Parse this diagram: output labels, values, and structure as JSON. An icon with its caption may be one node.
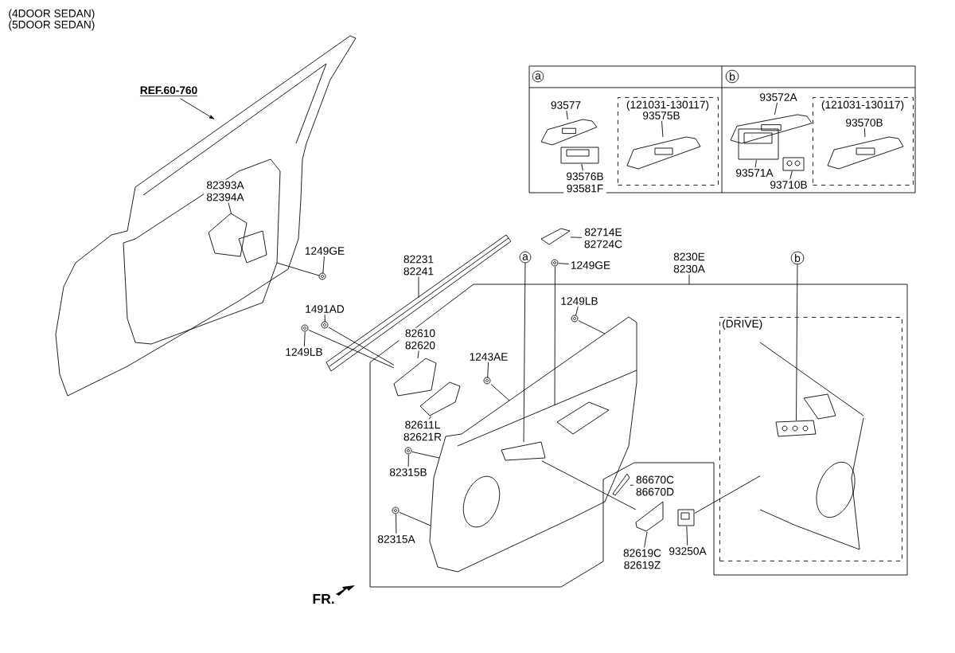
{
  "diagram": {
    "nodes": [
      {
        "text": [
          "a"
        ]
      },
      {
        "text": [
          "b"
        ]
      },
      {
        "text": [
          "(121031-130117)"
        ]
      },
      {
        "text": [
          "(121031-130117)"
        ]
      },
      {
        "text": [
          "93577"
        ]
      },
      {
        "text": [
          "93576B 93581F"
        ]
      },
      {
        "text": [
          "93575B"
        ],
        "in": 2
      },
      {
        "text": [
          "93572A"
        ]
      },
      {
        "text": [
          "93571A"
        ]
      },
      {
        "text": [
          "93710B"
        ]
      },
      {
        "text": [
          "93570B"
        ],
        "in": 3
      },
      {
        "text": [
          "REF.60-760"
        ]
      },
      {
        "text": [
          "82393A 82394A"
        ],
        "in": 40
      },
      {
        "text": [
          "1249GE"
        ]
      },
      {
        "text": [
          "1491AD"
        ]
      },
      {
        "text": [
          "1249LB"
        ]
      },
      {
        "text": [
          "82231 82241"
        ]
      },
      {
        "text": [
          "82610 82620"
        ],
        "in": 28
      },
      {
        "text": [
          "1243AE"
        ],
        "in": 28
      },
      {
        "text": [
          "82611L 82621R"
        ],
        "in": 28
      },
      {
        "text": [
          "82315B"
        ],
        "in": 28
      },
      {
        "text": [
          "82315A"
        ],
        "in": 28
      },
      {
        "text": [
          "82714E 82724C"
        ]
      },
      {
        "text": [
          "1249GE"
        ]
      },
      {
        "text": [
          "1249LB"
        ],
        "in": 28
      },
      {
        "text": [
          "8230E 8230A"
        ]
      },
      {
        "text": [
          "a"
        ]
      },
      {
        "text": [
          "b"
        ]
      },
      {
        "text": [],
        "shape": "box"
      },
      {
        "text": [
          "(DRIVE)"
        ],
        "in": 28
      },
      {
        "text": [
          "86670C 86670D"
        ]
      },
      {
        "text": [
          "82619C 82619Z"
        ]
      },
      {
        "text": [
          "93250A"
        ]
      },
      {
        "text": [],
        "shape": "picture"
      },
      {
        "text": [],
        "shape": "picture"
      },
      {
        "text": [],
        "shape": "picture",
        "in": 2
      },
      {
        "text": [],
        "shape": "picture"
      },
      {
        "text": [],
        "shape": "picture"
      },
      {
        "text": [],
        "shape": "picture"
      },
      {
        "text": [],
        "shape": "picture",
        "in": 3
      },
      {
        "text": [],
        "shape": "picture"
      },
      {
        "text": [],
        "shape": "picture",
        "in": 40
      },
      {
        "text": [],
        "shape": "picture"
      },
      {
        "text": [],
        "shape": "picture"
      },
      {
        "text": [],
        "shape": "picture"
      },
      {
        "text": [],
        "shape": "picture"
      },
      {
        "text": [],
        "shape": "picture",
        "in": 28
      },
      {
        "text": [],
        "shape": "picture",
        "in": 28
      },
      {
        "text": [],
        "shape": "picture",
        "in": 28
      },
      {
        "text": [],
        "shape": "picture",
        "in": 28
      },
      {
        "text": [],
        "shape": "picture",
        "in": 28
      },
      {
        "text": [],
        "shape": "picture"
      },
      {
        "text": [],
        "shape": "picture"
      },
      {
        "text": [],
        "shape": "picture",
        "in": 28
      },
      {
        "text": [],
        "shape": "picture",
        "in": 28
      },
      {
        "text": [],
        "shape": "picture",
        "in": 54
      },
      {
        "text": [],
        "shape": "picture",
        "in": 29
      },
      {
        "text": [],
        "shape": "picture",
        "in": 56
      },
      {
        "text": [],
        "shape": "picture"
      },
      {
        "text": [],
        "shape": "picture"
      },
      {
        "text": [],
        "shape": "picture"
      }
    ],
    "edges": [
      {
        "from": 4,
        "to": 33,
        "arrow": "none"
      },
      {
        "from": 5,
        "to": 34,
        "arrow": "none"
      },
      {
        "from": 6,
        "to": 35,
        "arrow": "none"
      },
      {
        "from": 7,
        "to": 36,
        "arrow": "none"
      },
      {
        "from": 8,
        "to": 37,
        "arrow": "none"
      },
      {
        "from": 9,
        "to": 38,
        "arrow": "none"
      },
      {
        "from": 10,
        "to": 39,
        "arrow": "none"
      },
      {
        "from": 11,
        "to": 40,
        "arrow": "to"
      },
      {
        "from": 12,
        "to": 41,
        "arrow": "none"
      },
      {
        "from": 13,
        "to": 42,
        "arrow": "none"
      },
      {
        "from": 14,
        "to": 43,
        "arrow": "none"
      },
      {
        "from": 15,
        "to": 44,
        "arrow": "none"
      },
      {
        "from": 16,
        "to": 45,
        "arrow": "none"
      },
      {
        "from": 17,
        "to": 46,
        "arrow": "none"
      },
      {
        "from": 18,
        "to": 47,
        "arrow": "none"
      },
      {
        "from": 19,
        "to": 48,
        "arrow": "none"
      },
      {
        "from": 20,
        "to": 49,
        "arrow": "none"
      },
      {
        "from": 21,
        "to": 50,
        "arrow": "none"
      },
      {
        "from": 22,
        "to": 51,
        "arrow": "none"
      },
      {
        "from": 23,
        "to": 52,
        "arrow": "none"
      },
      {
        "from": 24,
        "to": 53,
        "arrow": "none"
      },
      {
        "from": 25,
        "to": 28,
        "arrow": "none"
      },
      {
        "from": 26,
        "to": 55,
        "arrow": "none"
      },
      {
        "from": 27,
        "to": 57,
        "arrow": "none"
      },
      {
        "from": 30,
        "to": 58,
        "arrow": "none"
      },
      {
        "from": 31,
        "to": 59,
        "arrow": "none"
      },
      {
        "from": 32,
        "to": 60,
        "arrow": "none"
      },
      {
        "from": 42,
        "to": 40,
        "arrow": "none"
      },
      {
        "from": 44,
        "to": 46,
        "arrow": "none"
      },
      {
        "from": 43,
        "to": 46,
        "arrow": "none"
      },
      {
        "from": 47,
        "to": 54,
        "arrow": "none"
      },
      {
        "from": 53,
        "to": 54,
        "arrow": "none"
      },
      {
        "from": 49,
        "to": 54,
        "arrow": "none"
      },
      {
        "from": 50,
        "to": 54,
        "arrow": "none"
      },
      {
        "from": 55,
        "to": 59,
        "arrow": "none"
      },
      {
        "from": 60,
        "to": 56,
        "arrow": "none"
      },
      {
        "from": 52,
        "to": 54,
        "arrow": "none"
      }
    ],
    "labels": [
      "(4DOOR SEDAN)",
      "(5DOOR SEDAN)",
      "FR."
    ]
  }
}
